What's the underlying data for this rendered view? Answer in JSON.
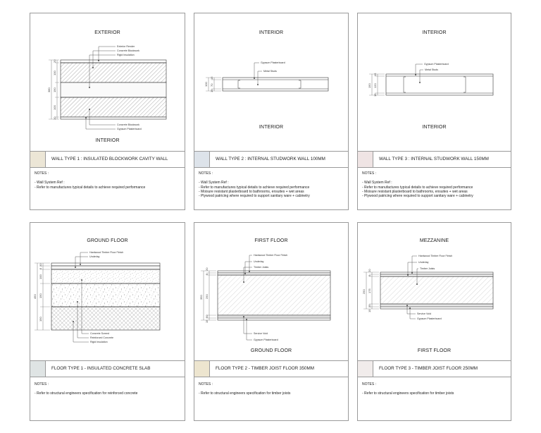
{
  "panels": [
    {
      "top_label": "EXTERIOR",
      "bottom_label": "INTERIOR",
      "title": "WALL TYPE 1 : INSULATED BLOCKWORK CAVITY WALL",
      "swatch": "#ece6d6",
      "notes_title": "NOTES :",
      "notes": [
        "- Wall System Ref :",
        "- Refer to manufactures typical details to achieve required performance"
      ],
      "callouts_top": [
        "Exterior Render",
        "Concrete Blockwork",
        "Rigid Insulation"
      ],
      "callouts_bottom": [
        "Concrete Blockwork",
        "Gypsum Plasterboard"
      ],
      "dims": [
        "20",
        "100",
        "150",
        "100",
        "10"
      ],
      "dim_total": "380"
    },
    {
      "top_label": "INTERIOR",
      "bottom_label": "INTERIOR",
      "title": "WALL TYPE 2 : INTERNAL STUDWORK WALL 100MM",
      "swatch": "#dde3ea",
      "notes_title": "NOTES :",
      "notes": [
        "- Wall System Ref :",
        "- Refer to manufactures typical details to achieve required performance",
        "- Moisure resistant plasterboard to bathrooms, ensuites + wet areas",
        "- Plywood patricing where required to support sanitary ware + cabinetry"
      ],
      "callouts_top": [
        "Gypsum Plasterboard",
        "Metal Studs"
      ],
      "dims": [
        "15",
        "70",
        "15"
      ],
      "dim_total": "100"
    },
    {
      "top_label": "INTERIOR",
      "bottom_label": "INTERIOR",
      "title": "WALL TYPE 3 : INTERNAL STUDWORK WALL 150MM",
      "swatch": "#efe4e4",
      "notes_title": "NOTES :",
      "notes": [
        "- Wall System Ref :",
        "- Refer to manufactures typical details to achieve required performance",
        "- Moisure resistant plasterboard to bathrooms, ensuites + wet areas",
        "- Plywood patricing where required to support sanitary ware + cabinetry"
      ],
      "callouts_top": [
        "Gypsum Plasterboard",
        "Metal Studs"
      ],
      "dims": [
        "15",
        "120",
        "15"
      ],
      "dim_total": "150"
    },
    {
      "top_label": "GROUND FLOOR",
      "bottom_label": "",
      "title": "FLOOR TYPE 1 - INSULATED CONCRETE SLAB",
      "swatch": "#dfe4e4",
      "notes_title": "NOTES :",
      "notes": [
        "- Refer to structural engineers specification for reinforced concrete"
      ],
      "callouts_top": [
        "Hardwood Timber Floor Finish",
        "Underlay"
      ],
      "callouts_bottom": [
        "Concrete Screed",
        "Reinforced Concrete",
        "Rigid Insulation"
      ],
      "dims": [
        "20",
        "5",
        "100",
        "150",
        "150"
      ],
      "dim_total": "450"
    },
    {
      "top_label": "FIRST FLOOR",
      "bottom_label": "GROUND FLOOR",
      "title": "FLOOR TYPE 2 - TIMBER JOIST FLOOR 350MM",
      "swatch": "#ede5cf",
      "notes_title": "NOTES :",
      "notes": [
        "- Refer to structural engineers specification for timber joists"
      ],
      "callouts_top": [
        "Hardwood Timber Floor Finish",
        "Underlay",
        "Timber Joists"
      ],
      "callouts_bottom": [
        "Service Void",
        "Gypsum Plasterboard"
      ],
      "dims": [
        "20",
        "5",
        "250",
        "50",
        "15"
      ],
      "dim_total": "350"
    },
    {
      "top_label": "MEZZANINE",
      "bottom_label": "FIRST FLOOR",
      "title": "FLOOR TYPE 3 - TIMBER JOIST FLOOR 250MM",
      "swatch": "#f1eceb",
      "notes_title": "NOTES :",
      "notes": [
        "- Refer to structural engineers specification for timber joists"
      ],
      "callouts_top": [
        "Hardwood Timber Floor Finish",
        "Underlay",
        "Timber Joists"
      ],
      "callouts_bottom": [
        "Service Void",
        "Gypsum Plasterboard"
      ],
      "dims": [
        "20",
        "5",
        "175",
        "25",
        "15"
      ],
      "dim_total": "250"
    }
  ]
}
